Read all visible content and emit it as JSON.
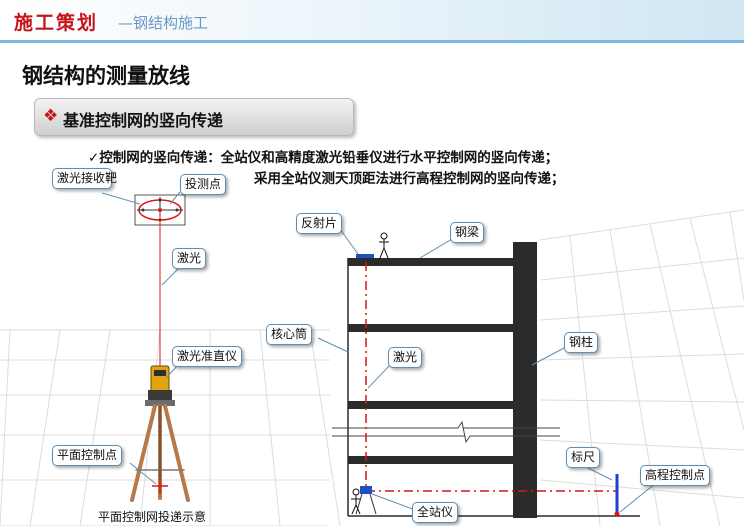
{
  "header": {
    "title": "施工策划",
    "subtitle": "—钢结构施工"
  },
  "page": {
    "title": "钢结构的测量放线"
  },
  "section": {
    "title": "基准控制网的竖向传递"
  },
  "description": {
    "check": "✓",
    "line1": "控制网的竖向传递：全站仪和高精度激光铅垂仪进行水平控制网的竖向传递；",
    "line2": "采用全站仪测天顶距法进行高程控制网的竖向传递；"
  },
  "labels": {
    "laser_target": "激光接收靶",
    "projection_point": "投测点",
    "laser_left": "激光",
    "laser_plumb": "激光准直仪",
    "plane_control_point": "平面控制点",
    "reflector": "反射片",
    "steel_beam": "钢梁",
    "core_tube": "核心筒",
    "steel_column": "钢柱",
    "laser_right": "激光",
    "staff": "标尺",
    "elevation_control_point": "高程控制点",
    "total_station": "全站仪"
  },
  "caption": "平面控制网投递示意",
  "colors": {
    "accent_red": "#c8141d",
    "header_blue": "#6a96c4",
    "laser": "#d9141c",
    "callout_border": "#5e8fb0",
    "steel": "#2b2b2b"
  }
}
